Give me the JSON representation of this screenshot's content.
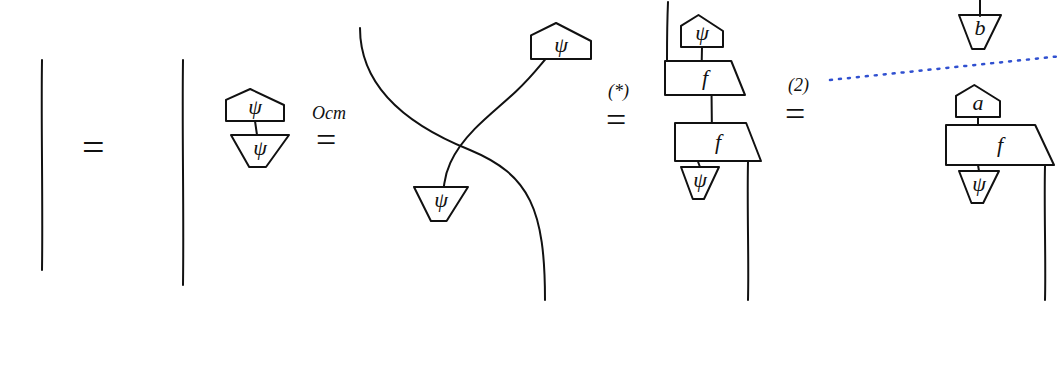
{
  "diagram": {
    "nodes": [
      {
        "text": [
          "ψ"
        ]
      },
      {
        "text": [
          "ψ"
        ]
      },
      {
        "text": [
          "ψ"
        ]
      },
      {
        "text": [
          "ψ"
        ]
      },
      {
        "text": [
          "ψ"
        ]
      },
      {
        "text": [
          "f"
        ]
      },
      {
        "text": [
          "f"
        ]
      },
      {
        "text": [
          "ψ"
        ]
      },
      {
        "text": [
          "b"
        ]
      },
      {
        "text": [
          "a"
        ]
      },
      {
        "text": [
          "f"
        ]
      },
      {
        "text": [
          "ψ"
        ]
      }
    ],
    "edges": [
      {
        "from": 0,
        "to": 1,
        "arrow": "none"
      },
      {
        "from": 2,
        "to": 3,
        "arrow": "none"
      },
      {
        "from": 4,
        "to": 5,
        "arrow": "none"
      },
      {
        "from": 5,
        "to": 6,
        "arrow": "none"
      },
      {
        "from": 6,
        "to": 7,
        "arrow": "none"
      },
      {
        "from": 9,
        "to": 10,
        "arrow": "none"
      },
      {
        "from": 10,
        "to": 11,
        "arrow": "none"
      }
    ],
    "labels": [
      "=",
      "Ocm",
      "=",
      "(*)",
      "=",
      "(2)",
      "="
    ]
  }
}
